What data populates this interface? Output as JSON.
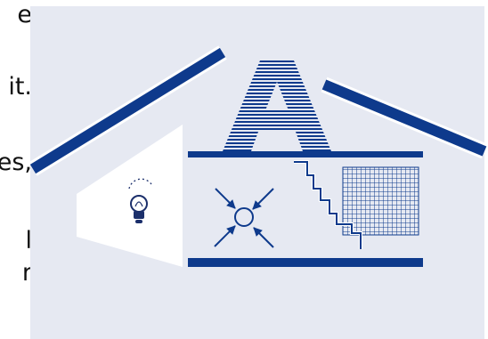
{
  "text_fragments": [
    "e",
    "it.",
    "es,",
    "l",
    "r"
  ],
  "colors": {
    "panel": "#e6e9f2",
    "navy": "#0e3a8c",
    "bulb": "#1b2f6b",
    "white": "#ffffff"
  },
  "icons": [
    "lightbulb-icon",
    "converge-arrows-icon",
    "letter-a-graphic",
    "staircase-icon",
    "grid-pattern"
  ]
}
